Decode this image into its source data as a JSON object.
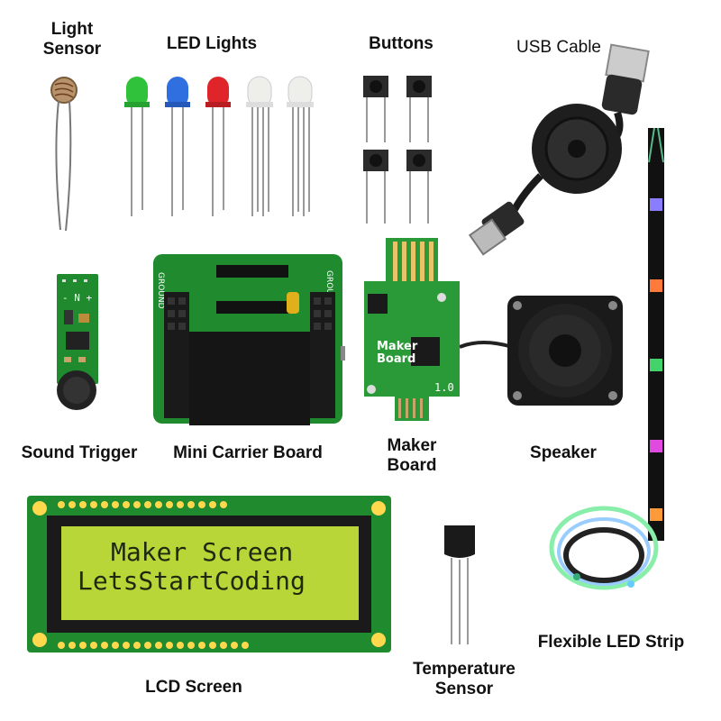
{
  "labels": {
    "light_sensor": "Light\nSensor",
    "led_lights": "LED Lights",
    "buttons": "Buttons",
    "usb_cable": "USB Cable",
    "sound_trigger": "Sound Trigger",
    "mini_carrier_board": "Mini Carrier Board",
    "maker_board": "Maker\nBoard",
    "speaker": "Speaker",
    "lcd_screen": "LCD Screen",
    "temperature_sensor": "Temperature\nSensor",
    "flexible_led_strip": "Flexible LED Strip"
  },
  "lcd": {
    "line1": "Maker Screen",
    "line2": "LetsStartCoding"
  },
  "board_print": {
    "maker_logo": "Maker\nBoard",
    "version": "1.0",
    "ground": "GROUND"
  },
  "colors": {
    "pcb_green": "#1f8a2e",
    "lcd_backlight": "#b9d639",
    "led_green": "#2fc23a",
    "led_blue": "#2f6fe0",
    "led_red": "#e0252a"
  }
}
